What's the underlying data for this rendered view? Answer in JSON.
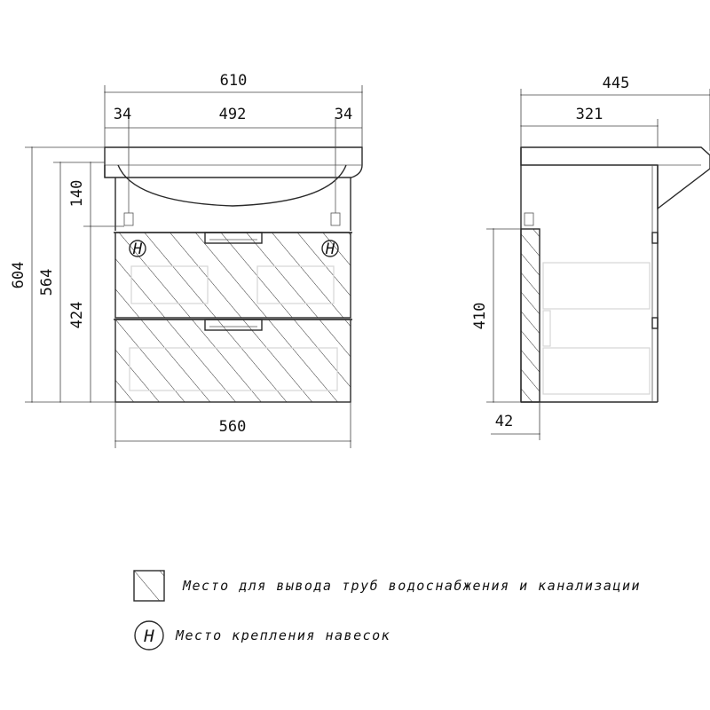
{
  "drawing": {
    "front_view": {
      "overall_width": "610",
      "side_offset_left": "34",
      "hole_spacing": "492",
      "side_offset_right": "34",
      "cabinet_width": "560",
      "overall_height": "604",
      "cabinet_height": "564",
      "top_section_height": "140",
      "drawers_height": "424",
      "hanger_marker_symbol": "H"
    },
    "side_view": {
      "overall_depth": "445",
      "cabinet_depth": "321",
      "pipe_zone_height": "410",
      "pipe_zone_depth": "42"
    }
  },
  "legend": {
    "pipe_outlet_label": "Место для вывода труб водоснабжения и канализации",
    "hanger_label": "Место крепления навесок",
    "hanger_symbol": "H"
  }
}
